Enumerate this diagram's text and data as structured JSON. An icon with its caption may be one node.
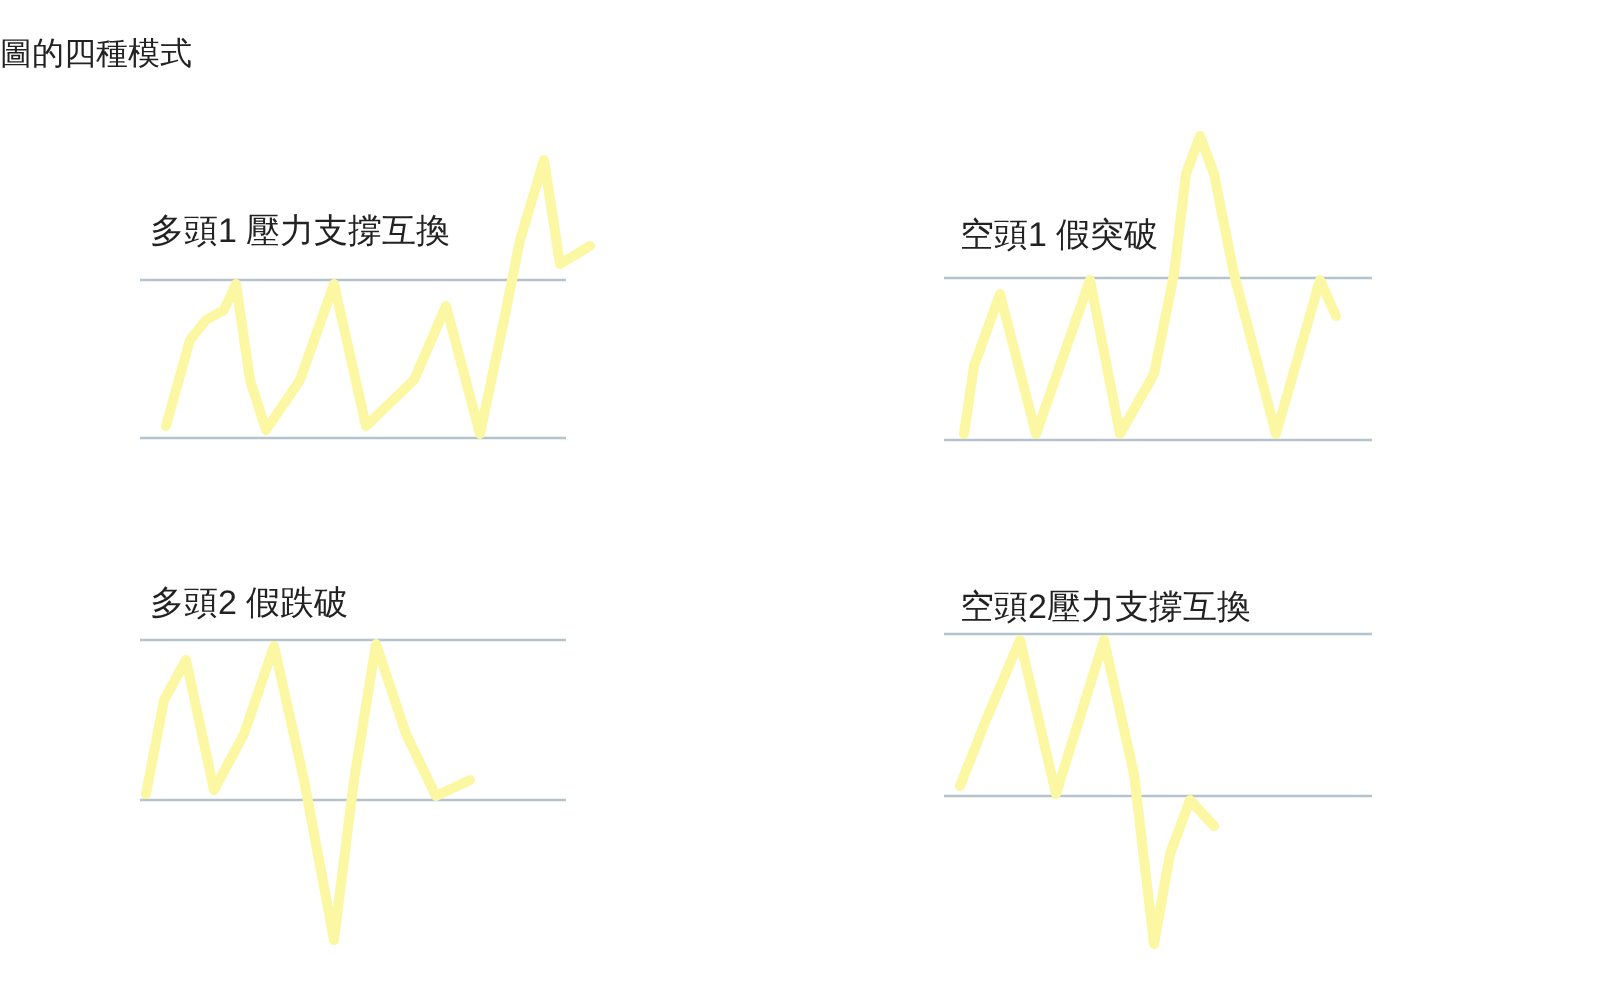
{
  "diagram": {
    "title": "圖的四種模式",
    "labels": [
      "多頭1 壓力支撐互換",
      "空頭1 假突破",
      "多頭2 假跌破",
      "空頭2壓力支撐互換"
    ]
  }
}
